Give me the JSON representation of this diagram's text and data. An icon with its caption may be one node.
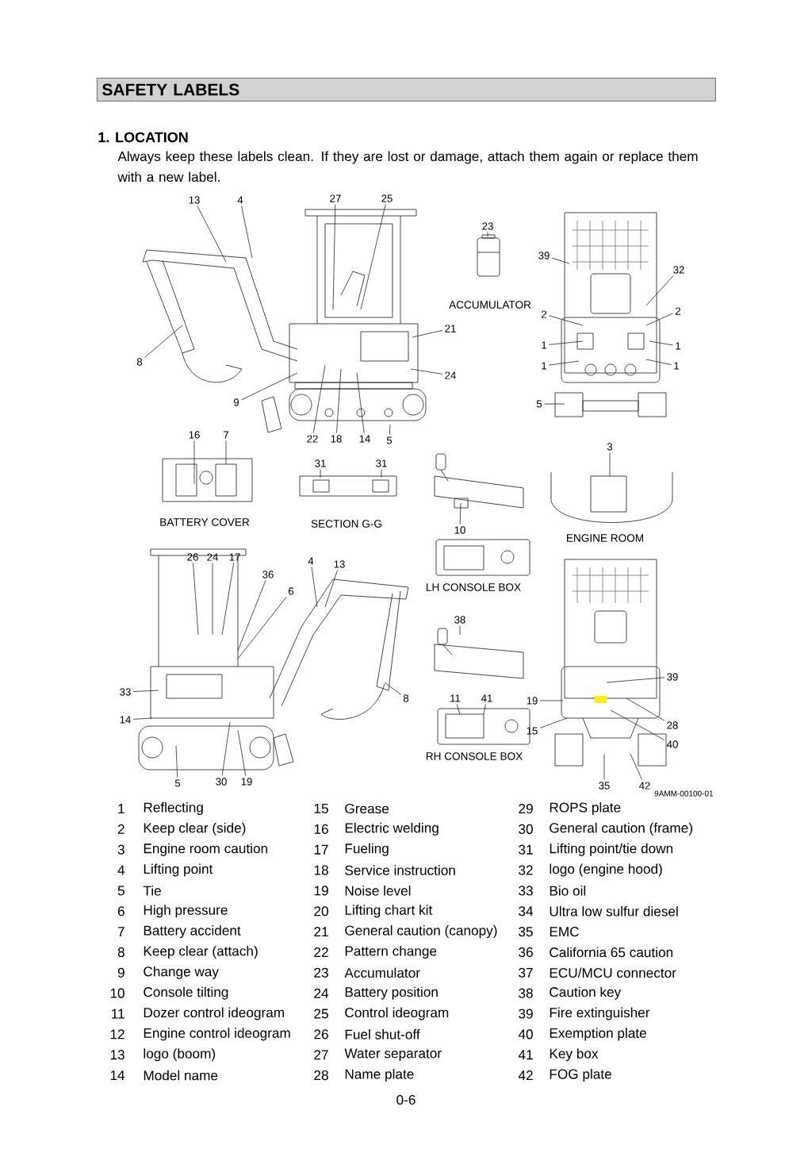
{
  "diagram": {
    "title": "SAFETY LABELS",
    "nodes": [
      {
        "text": [
          "13"
        ]
      },
      {
        "text": [
          "4"
        ]
      },
      {
        "text": [
          "27"
        ]
      },
      {
        "text": [
          "25"
        ]
      },
      {
        "text": [
          "23"
        ]
      },
      {
        "text": [
          "39"
        ]
      },
      {
        "text": [
          "32"
        ]
      },
      {
        "text": [
          "2"
        ]
      },
      {
        "text": [
          "2"
        ]
      },
      {
        "text": [
          "1"
        ]
      },
      {
        "text": [
          "1"
        ]
      },
      {
        "text": [
          "1"
        ]
      },
      {
        "text": [
          "1"
        ]
      },
      {
        "text": [
          "21"
        ]
      },
      {
        "text": [
          "24"
        ]
      },
      {
        "text": [
          "8"
        ]
      },
      {
        "text": [
          "9"
        ]
      },
      {
        "text": [
          "22"
        ]
      },
      {
        "text": [
          "18"
        ]
      },
      {
        "text": [
          "14"
        ]
      },
      {
        "text": [
          "5"
        ]
      },
      {
        "text": [
          "5"
        ]
      },
      {
        "text": [
          "16"
        ]
      },
      {
        "text": [
          "7"
        ]
      },
      {
        "text": [
          "31"
        ]
      },
      {
        "text": [
          "31"
        ]
      },
      {
        "text": [
          "3"
        ]
      },
      {
        "text": [
          "10"
        ]
      },
      {
        "text": [
          "26"
        ]
      },
      {
        "text": [
          "24"
        ]
      },
      {
        "text": [
          "17"
        ]
      },
      {
        "text": [
          "36"
        ]
      },
      {
        "text": [
          "6"
        ]
      },
      {
        "text": [
          "4"
        ]
      },
      {
        "text": [
          "13"
        ]
      },
      {
        "text": [
          "33"
        ]
      },
      {
        "text": [
          "14"
        ]
      },
      {
        "text": [
          "8"
        ]
      },
      {
        "text": [
          "5"
        ]
      },
      {
        "text": [
          "30"
        ]
      },
      {
        "text": [
          "19"
        ]
      },
      {
        "text": [
          "38"
        ]
      },
      {
        "text": [
          "11"
        ]
      },
      {
        "text": [
          "41"
        ]
      },
      {
        "text": [
          "39"
        ]
      },
      {
        "text": [
          "19"
        ]
      },
      {
        "text": [
          "28"
        ]
      },
      {
        "text": [
          "15"
        ]
      },
      {
        "text": [
          "40"
        ]
      },
      {
        "text": [
          "35"
        ]
      },
      {
        "text": [
          "42"
        ]
      }
    ],
    "edges": [
      {
        "from": 0,
        "to": null,
        "arrow": "none"
      },
      {
        "from": 1,
        "to": null,
        "arrow": "none"
      },
      {
        "from": 2,
        "to": null,
        "arrow": "none"
      },
      {
        "from": 3,
        "to": null,
        "arrow": "none"
      },
      {
        "from": 4,
        "to": null,
        "arrow": "none"
      },
      {
        "from": 5,
        "to": null,
        "arrow": "none"
      },
      {
        "from": 6,
        "to": null,
        "arrow": "none"
      },
      {
        "from": 7,
        "to": null,
        "arrow": "none"
      },
      {
        "from": 8,
        "to": null,
        "arrow": "none"
      },
      {
        "from": 9,
        "to": null,
        "arrow": "none"
      },
      {
        "from": 10,
        "to": null,
        "arrow": "none"
      },
      {
        "from": 11,
        "to": null,
        "arrow": "none"
      },
      {
        "from": 12,
        "to": null,
        "arrow": "none"
      },
      {
        "from": 13,
        "to": null,
        "arrow": "none"
      },
      {
        "from": 14,
        "to": null,
        "arrow": "none"
      },
      {
        "from": 15,
        "to": null,
        "arrow": "none"
      },
      {
        "from": 16,
        "to": null,
        "arrow": "none"
      },
      {
        "from": 17,
        "to": null,
        "arrow": "none"
      },
      {
        "from": 18,
        "to": null,
        "arrow": "none"
      },
      {
        "from": 19,
        "to": null,
        "arrow": "none"
      },
      {
        "from": 20,
        "to": null,
        "arrow": "none"
      },
      {
        "from": 21,
        "to": null,
        "arrow": "none"
      },
      {
        "from": 22,
        "to": null,
        "arrow": "none"
      },
      {
        "from": 23,
        "to": null,
        "arrow": "none"
      },
      {
        "from": 24,
        "to": null,
        "arrow": "none"
      },
      {
        "from": 25,
        "to": null,
        "arrow": "none"
      },
      {
        "from": 26,
        "to": null,
        "arrow": "none"
      },
      {
        "from": 27,
        "to": null,
        "arrow": "none"
      },
      {
        "from": 28,
        "to": null,
        "arrow": "none"
      },
      {
        "from": 29,
        "to": null,
        "arrow": "none"
      },
      {
        "from": 30,
        "to": null,
        "arrow": "none"
      },
      {
        "from": 31,
        "to": null,
        "arrow": "none"
      },
      {
        "from": 32,
        "to": null,
        "arrow": "none"
      },
      {
        "from": 33,
        "to": null,
        "arrow": "none"
      },
      {
        "from": 34,
        "to": null,
        "arrow": "none"
      },
      {
        "from": 35,
        "to": null,
        "arrow": "none"
      },
      {
        "from": 36,
        "to": null,
        "arrow": "none"
      },
      {
        "from": 37,
        "to": null,
        "arrow": "none"
      },
      {
        "from": 38,
        "to": null,
        "arrow": "none"
      },
      {
        "from": 39,
        "to": null,
        "arrow": "none"
      },
      {
        "from": 40,
        "to": null,
        "arrow": "none"
      },
      {
        "from": 41,
        "to": null,
        "arrow": "none"
      },
      {
        "from": 42,
        "to": null,
        "arrow": "none"
      },
      {
        "from": 43,
        "to": null,
        "arrow": "none"
      },
      {
        "from": 44,
        "to": null,
        "arrow": "none"
      },
      {
        "from": 45,
        "to": null,
        "arrow": "none"
      },
      {
        "from": 46,
        "to": null,
        "arrow": "none"
      },
      {
        "from": 47,
        "to": null,
        "arrow": "none"
      },
      {
        "from": 48,
        "to": null,
        "arrow": "none"
      },
      {
        "from": 49,
        "to": null,
        "arrow": "none"
      },
      {
        "from": 50,
        "to": null,
        "arrow": "none"
      }
    ],
    "labels": [
      "1.  LOCATION",
      "Always keep these labels clean.  If they are lost or damage, attach them again or replace them with a new label.",
      "ACCUMULATOR",
      "BATTERY COVER",
      "SECTION G-G",
      "ENGINE ROOM",
      "LH CONSOLE BOX",
      "RH CONSOLE BOX",
      "9AMM-00100-01",
      "1",
      "Reflecting",
      "15",
      "Grease",
      "29",
      "ROPS plate",
      "2",
      "Keep clear (side)",
      "16",
      "Electric welding",
      "30",
      "General caution (frame)",
      "3",
      "Engine room caution",
      "17",
      "Fueling",
      "31",
      "Lifting point/tie down",
      "4",
      "Lifting point",
      "18",
      "Service instruction",
      "32",
      "logo (engine hood)",
      "5",
      "Tie",
      "19",
      "Noise level",
      "33",
      "Bio oil",
      "6",
      "High pressure",
      "20",
      "Lifting chart kit",
      "34",
      "Ultra low sulfur diesel",
      "7",
      "Battery accident",
      "21",
      "General caution (canopy)",
      "35",
      "EMC",
      "8",
      "Keep clear (attach)",
      "22",
      "Pattern change",
      "36",
      "California 65 caution",
      "9",
      "Change way",
      "23",
      "Accumulator",
      "37",
      "ECU/MCU connector",
      "10",
      "Console tilting",
      "24",
      "Battery position",
      "38",
      "Caution key",
      "11",
      "Dozer control ideogram",
      "25",
      "Control ideogram",
      "39",
      "Fire extinguisher",
      "12",
      "Engine control ideogram",
      "26",
      "Fuel shut-off",
      "40",
      "Exemption plate",
      "13",
      "logo (boom)",
      "27",
      "Water separator",
      "41",
      "Key box",
      "14",
      "Model name",
      "28",
      "Name plate",
      "42",
      "FOG plate",
      "0-6"
    ]
  }
}
